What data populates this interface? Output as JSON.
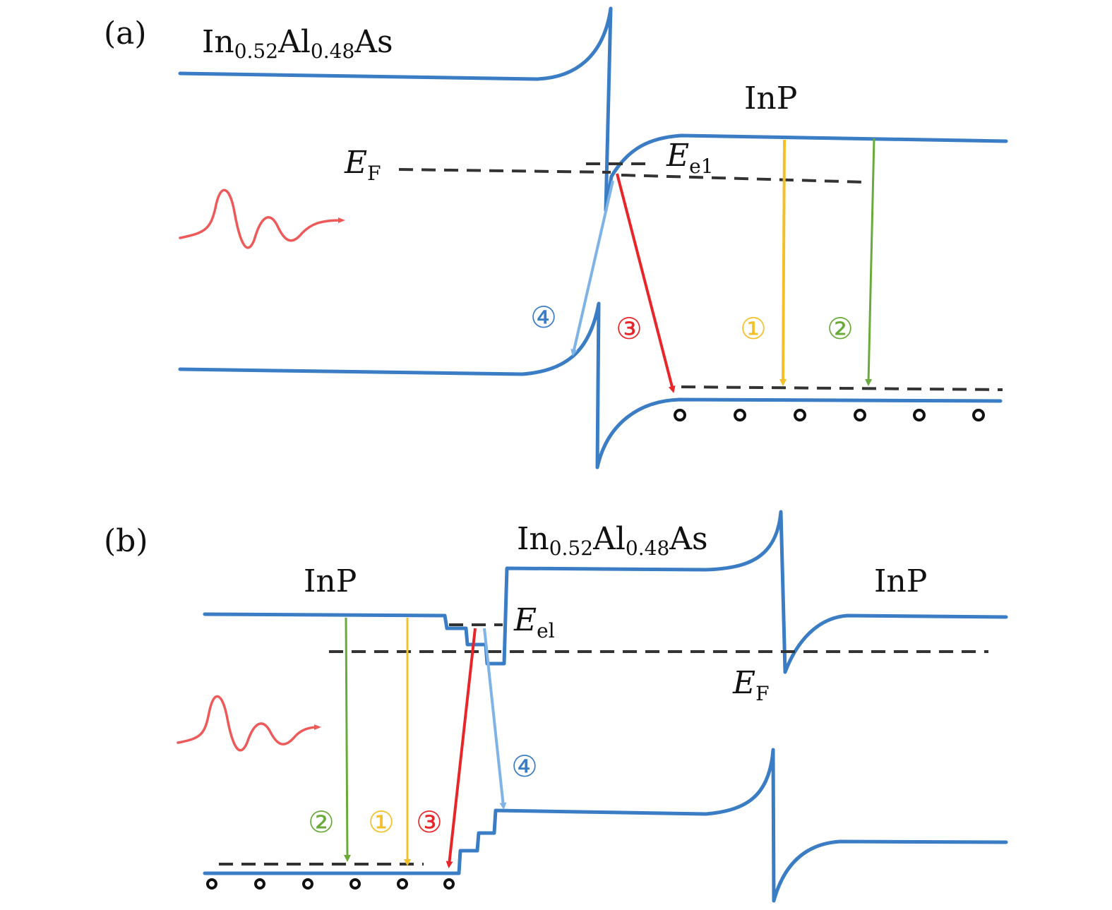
{
  "colors": {
    "band": "#3a7dc4",
    "transition_1": "#f4c02a",
    "transition_2": "#6aaa3a",
    "transition_3": "#e8262a",
    "transition_4": "#7fb3e6",
    "photon": "#ee5a5a",
    "fermi": "#333333"
  },
  "panel_a": {
    "tag": "(a)",
    "barrier": {
      "base": "In",
      "sub1": "0.52",
      "mid": "Al",
      "sub2": "0.48",
      "tail": "As"
    },
    "well": "InP",
    "fermi": {
      "main": "E",
      "sub": "F"
    },
    "level": {
      "main": "E",
      "sub": "e1"
    },
    "markers": {
      "m1": "①",
      "m2": "②",
      "m3": "③",
      "m4": "④"
    }
  },
  "panel_b": {
    "tag": "(b)",
    "barrier": {
      "base": "In",
      "sub1": "0.52",
      "mid": "Al",
      "sub2": "0.48",
      "tail": "As"
    },
    "left": "InP",
    "right": "InP",
    "fermi": {
      "main": "E",
      "sub": "F"
    },
    "level": {
      "main": "E",
      "sub": "el"
    },
    "markers": {
      "m1": "①",
      "m2": "②",
      "m3": "③",
      "m4": "④"
    }
  }
}
